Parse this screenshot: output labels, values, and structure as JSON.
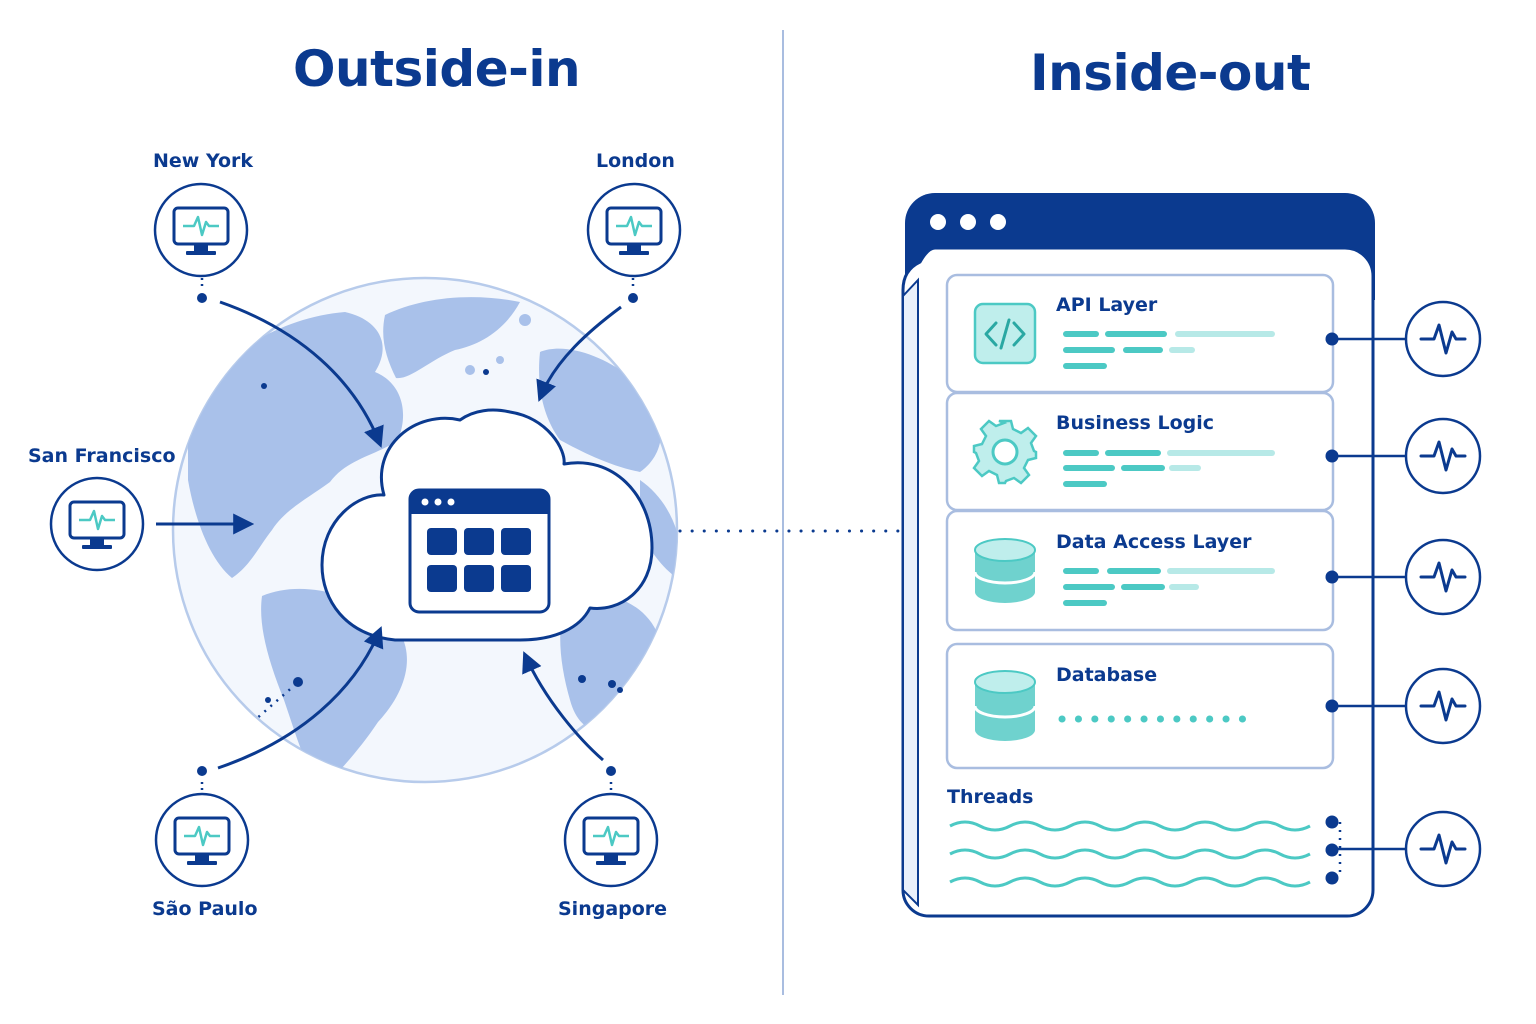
{
  "outside_in": {
    "title": "Outside-in",
    "locations": [
      {
        "id": "new-york",
        "label": "New York"
      },
      {
        "id": "london",
        "label": "London"
      },
      {
        "id": "san-francisco",
        "label": "San Francisco"
      },
      {
        "id": "sao-paulo",
        "label": "São Paulo"
      },
      {
        "id": "singapore",
        "label": "Singapore"
      }
    ]
  },
  "inside_out": {
    "title": "Inside-out",
    "layers": [
      {
        "id": "api",
        "label": "API Layer",
        "icon": "code-icon"
      },
      {
        "id": "business",
        "label": "Business Logic",
        "icon": "gear-icon"
      },
      {
        "id": "data-access",
        "label": "Data Access Layer",
        "icon": "database-icon"
      },
      {
        "id": "database",
        "label": "Database",
        "icon": "database-icon"
      }
    ],
    "threads_label": "Threads"
  },
  "colors": {
    "navy": "#0b3a8f",
    "globe": "#a9c1ea",
    "teal": "#4cc9c4",
    "divider": "#a9bde0"
  }
}
